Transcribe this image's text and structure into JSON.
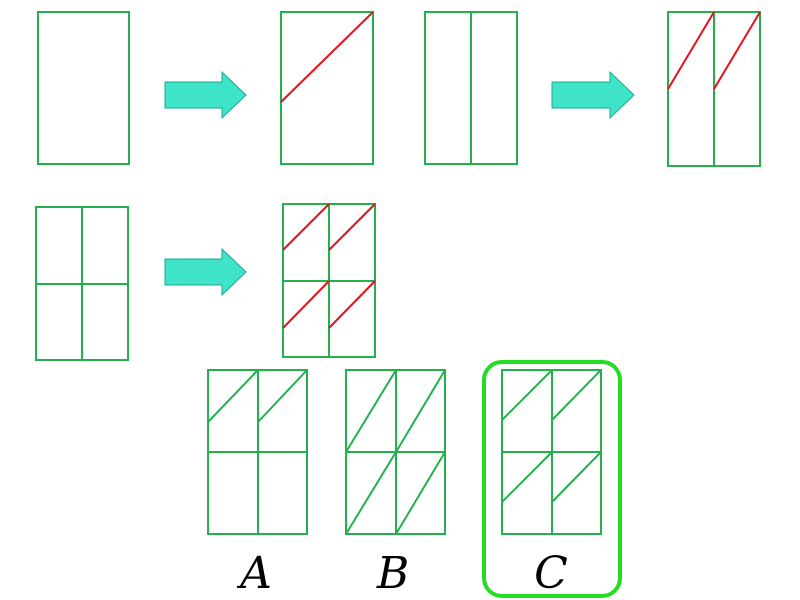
{
  "colors": {
    "frame": "#22b14c",
    "red_line": "#e8101a",
    "arrow_fill": "#3fe3c8",
    "arrow_stroke": "#17a98f",
    "highlight": "#22dd22",
    "label": "#000000"
  },
  "options": [
    {
      "label": "A",
      "selected": false
    },
    {
      "label": "B",
      "selected": false
    },
    {
      "label": "C",
      "selected": true
    }
  ]
}
